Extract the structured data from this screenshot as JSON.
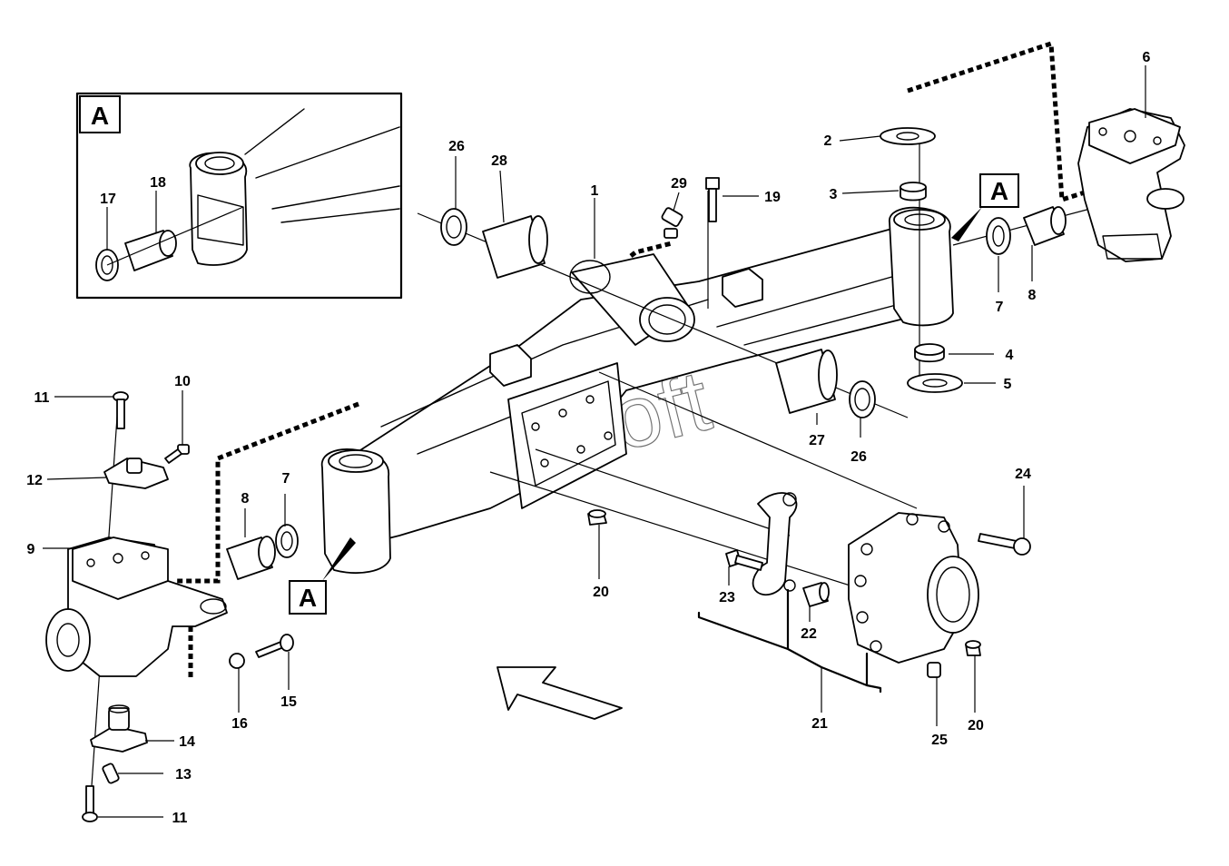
{
  "watermark": "AutoSoft",
  "detail_ref": "A",
  "labels": {
    "p1": "1",
    "p2": "2",
    "p3": "3",
    "p4": "4",
    "p5": "5",
    "p6": "6",
    "p7a": "7",
    "p7b": "7",
    "p8a": "8",
    "p8b": "8",
    "p9": "9",
    "p10": "10",
    "p11a": "11",
    "p11b": "11",
    "p12": "12",
    "p13": "13",
    "p14": "14",
    "p15": "15",
    "p16": "16",
    "p17": "17",
    "p18": "18",
    "p19": "19",
    "p20a": "20",
    "p20b": "20",
    "p21": "21",
    "p22": "22",
    "p23": "23",
    "p24": "24",
    "p25": "25",
    "p26a": "26",
    "p26b": "26",
    "p27": "27",
    "p28": "28",
    "p29": "29"
  }
}
